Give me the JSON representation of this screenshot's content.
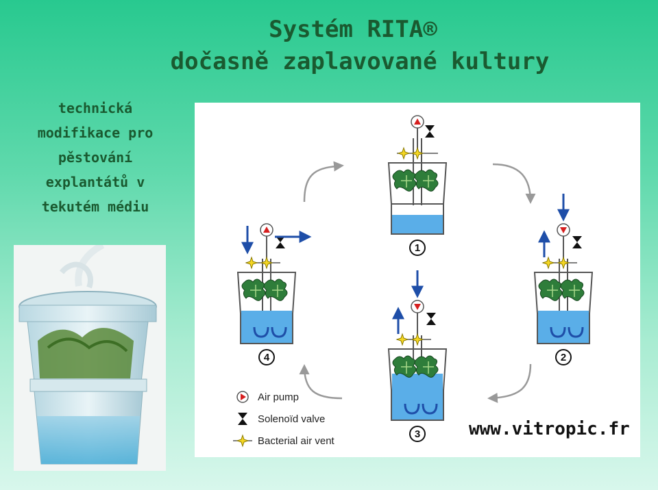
{
  "title": {
    "line1": "Systém RITA®",
    "line2": "dočasně zaplavované kultury"
  },
  "side_text": {
    "lines": [
      "technická",
      "modifikace pro",
      "pěstování",
      "explantátů v",
      "tekutém médiu"
    ]
  },
  "steps": [
    {
      "number": "1"
    },
    {
      "number": "2"
    },
    {
      "number": "3"
    },
    {
      "number": "4"
    }
  ],
  "legend": {
    "items": [
      {
        "label": "Air pump",
        "icon": "air-pump-icon"
      },
      {
        "label": "Solenoïd valve",
        "icon": "solenoid-valve-icon"
      },
      {
        "label": "Bacterial air vent",
        "icon": "bacterial-air-vent-icon"
      }
    ]
  },
  "url": "www.vitropic.fr",
  "colors": {
    "title": "#1a5a30",
    "liquid": "#5aaee8",
    "arrow_blue": "#1e4ea8",
    "vent_yellow": "#f5d622",
    "pump_red": "#d61f1f",
    "plant_green": "#2e7d3a"
  }
}
